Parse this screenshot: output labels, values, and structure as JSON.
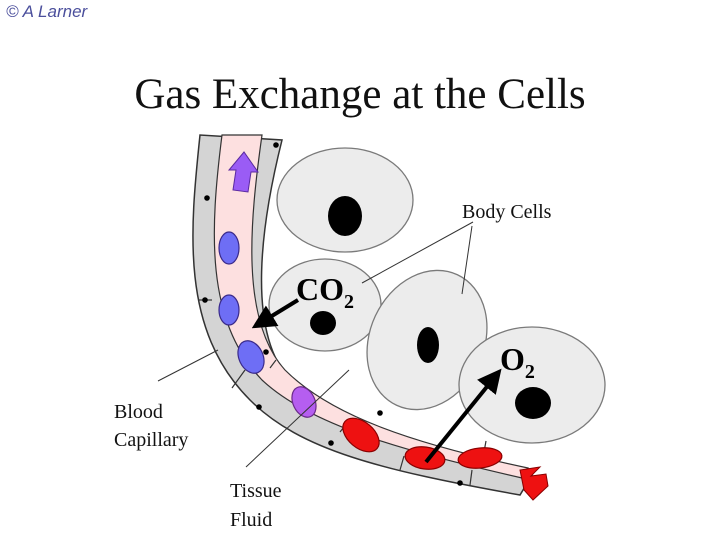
{
  "copyright": "© A Larner",
  "title": "Gas Exchange at the Cells",
  "labels": {
    "body_cells": "Body Cells",
    "blood_line1": "Blood",
    "blood_line2": "Capillary",
    "tissue_line1": "Tissue",
    "tissue_line2": "Fluid"
  },
  "gases": {
    "co2_main": "CO",
    "co2_sub": "2",
    "o2_main": "O",
    "o2_sub": "2"
  },
  "colors": {
    "capillary_wall": "#d4d4d4",
    "plasma": "#fde0e0",
    "cell_fill": "#ececec",
    "deoxy_rbc": "#6e6ef5",
    "mid_rbc": "#b55ef0",
    "oxy_rbc": "#ee1111",
    "flow_in_arrow": "#ee1111",
    "flow_out_arrow": "#9a5cf5"
  }
}
